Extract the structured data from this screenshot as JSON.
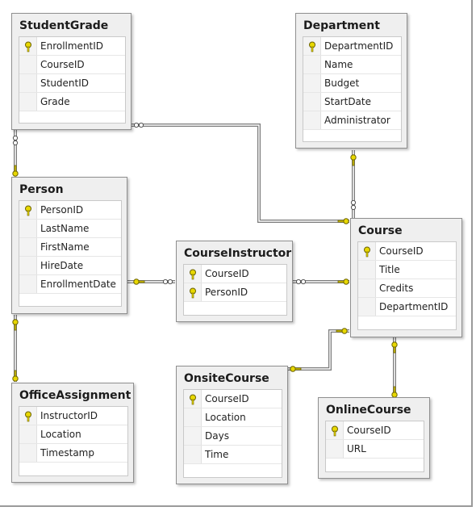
{
  "tables": {
    "student_grade": {
      "title": "StudentGrade",
      "columns": [
        {
          "name": "EnrollmentID",
          "pk": true
        },
        {
          "name": "CourseID",
          "pk": false
        },
        {
          "name": "StudentID",
          "pk": false
        },
        {
          "name": "Grade",
          "pk": false
        }
      ]
    },
    "department": {
      "title": "Department",
      "columns": [
        {
          "name": "DepartmentID",
          "pk": true
        },
        {
          "name": "Name",
          "pk": false
        },
        {
          "name": "Budget",
          "pk": false
        },
        {
          "name": "StartDate",
          "pk": false
        },
        {
          "name": "Administrator",
          "pk": false
        }
      ]
    },
    "person": {
      "title": "Person",
      "columns": [
        {
          "name": "PersonID",
          "pk": true
        },
        {
          "name": "LastName",
          "pk": false
        },
        {
          "name": "FirstName",
          "pk": false
        },
        {
          "name": "HireDate",
          "pk": false
        },
        {
          "name": "EnrollmentDate",
          "pk": false
        }
      ]
    },
    "course_instructor": {
      "title": "CourseInstructor",
      "columns": [
        {
          "name": "CourseID",
          "pk": true
        },
        {
          "name": "PersonID",
          "pk": true
        }
      ]
    },
    "course": {
      "title": "Course",
      "columns": [
        {
          "name": "CourseID",
          "pk": true
        },
        {
          "name": "Title",
          "pk": false
        },
        {
          "name": "Credits",
          "pk": false
        },
        {
          "name": "DepartmentID",
          "pk": false
        }
      ]
    },
    "office_assignment": {
      "title": "OfficeAssignment",
      "columns": [
        {
          "name": "InstructorID",
          "pk": true
        },
        {
          "name": "Location",
          "pk": false
        },
        {
          "name": "Timestamp",
          "pk": false
        }
      ]
    },
    "onsite_course": {
      "title": "OnsiteCourse",
      "columns": [
        {
          "name": "CourseID",
          "pk": true
        },
        {
          "name": "Location",
          "pk": false
        },
        {
          "name": "Days",
          "pk": false
        },
        {
          "name": "Time",
          "pk": false
        }
      ]
    },
    "online_course": {
      "title": "OnlineCourse",
      "columns": [
        {
          "name": "CourseID",
          "pk": true
        },
        {
          "name": "URL",
          "pk": false
        }
      ]
    }
  },
  "colors": {
    "key": "#e8d800",
    "key_outline": "#6b6200",
    "line": "#7a7a7a"
  }
}
